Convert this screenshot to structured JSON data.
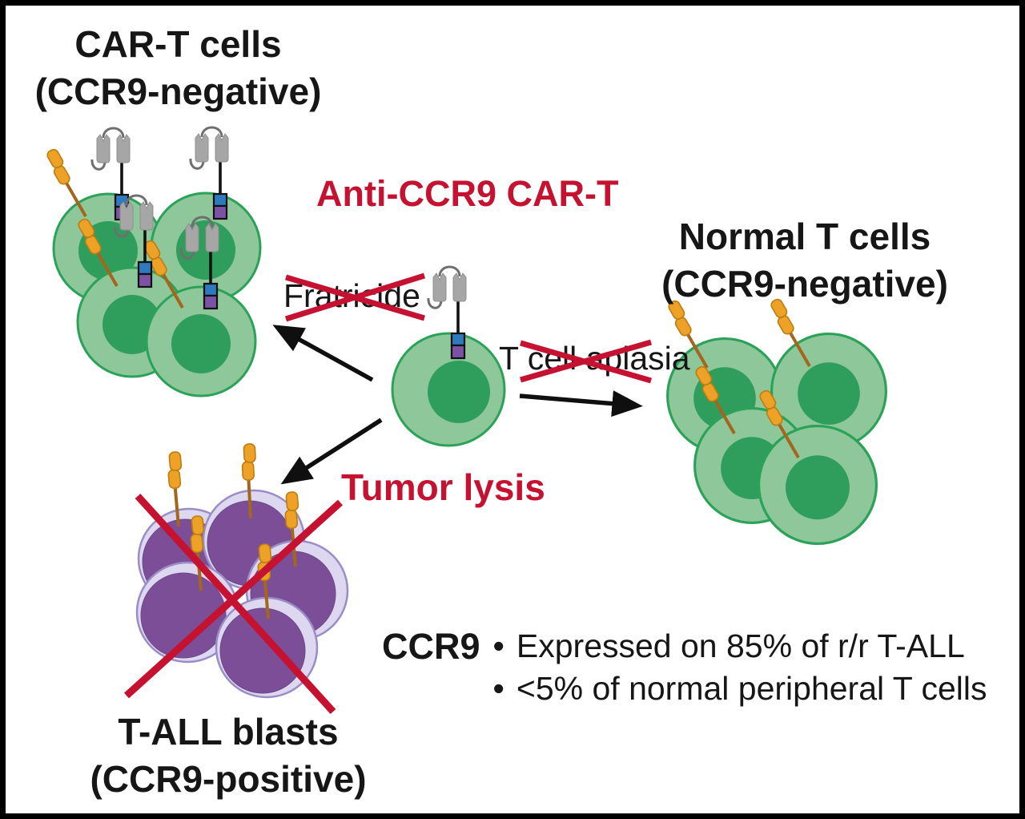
{
  "colors": {
    "background": "#ffffff",
    "frame": "#000000",
    "text": "#161616",
    "accent_red": "#c41230",
    "cell_green_body": "#8dc79a",
    "cell_green_outline": "#2aa258",
    "cell_green_nucleus": "#2f9e5c",
    "blast_rim": "#ddd8f0",
    "blast_rim_outline": "#9a8cc6",
    "blast_body": "#7b4e97",
    "receptor_orange": "#eda126",
    "receptor_orange_outline": "#bd7d10",
    "receptor_stick": "#a4661c",
    "car_gray": "#a6a6a6",
    "car_gray_outline": "#8f8f8f",
    "car_loop_gray": "#6f6f6f",
    "car_blue": "#2f79be",
    "car_purple": "#7c52a4",
    "car_outline": "#111111",
    "arrow": "#0f0f0f"
  },
  "labels": {
    "car_t_group": {
      "line1": "CAR-T cells",
      "line2": "(CCR9-negative)"
    },
    "anti_ccr9": "Anti-CCR9 CAR-T",
    "normal_t_group": {
      "line1": "Normal T cells",
      "line2": "(CCR9-negative)"
    },
    "fratricide": "Fratricide",
    "t_cell_aplasia": "T cell aplasia",
    "tumor_lysis": "Tumor lysis",
    "tall_group": {
      "line1": "T-ALL blasts",
      "line2": "(CCR9-positive)"
    },
    "ccr9": {
      "label": "CCR9",
      "bullet": "•",
      "points": [
        "Expressed on 85% of r/r T-ALL",
        "<5% of normal peripheral T cells"
      ]
    }
  },
  "figure": {
    "central_cell": "Anti-CCR9 CAR-T cell",
    "clusters": {
      "car_t_cells": {
        "count": 4,
        "crossed_out": false,
        "receptor_icons": [
          "car-receptor",
          "orange-receptor"
        ]
      },
      "normal_t_cells": {
        "count": 4,
        "crossed_out": false,
        "receptor_icons": [
          "orange-receptor"
        ]
      },
      "t_all_blasts": {
        "count": 5,
        "crossed_out": true,
        "receptor_icons": [
          "orange-receptor"
        ]
      }
    },
    "crossed_out_effects": [
      "Fratricide",
      "T cell aplasia"
    ],
    "active_effect": "Tumor lysis"
  }
}
